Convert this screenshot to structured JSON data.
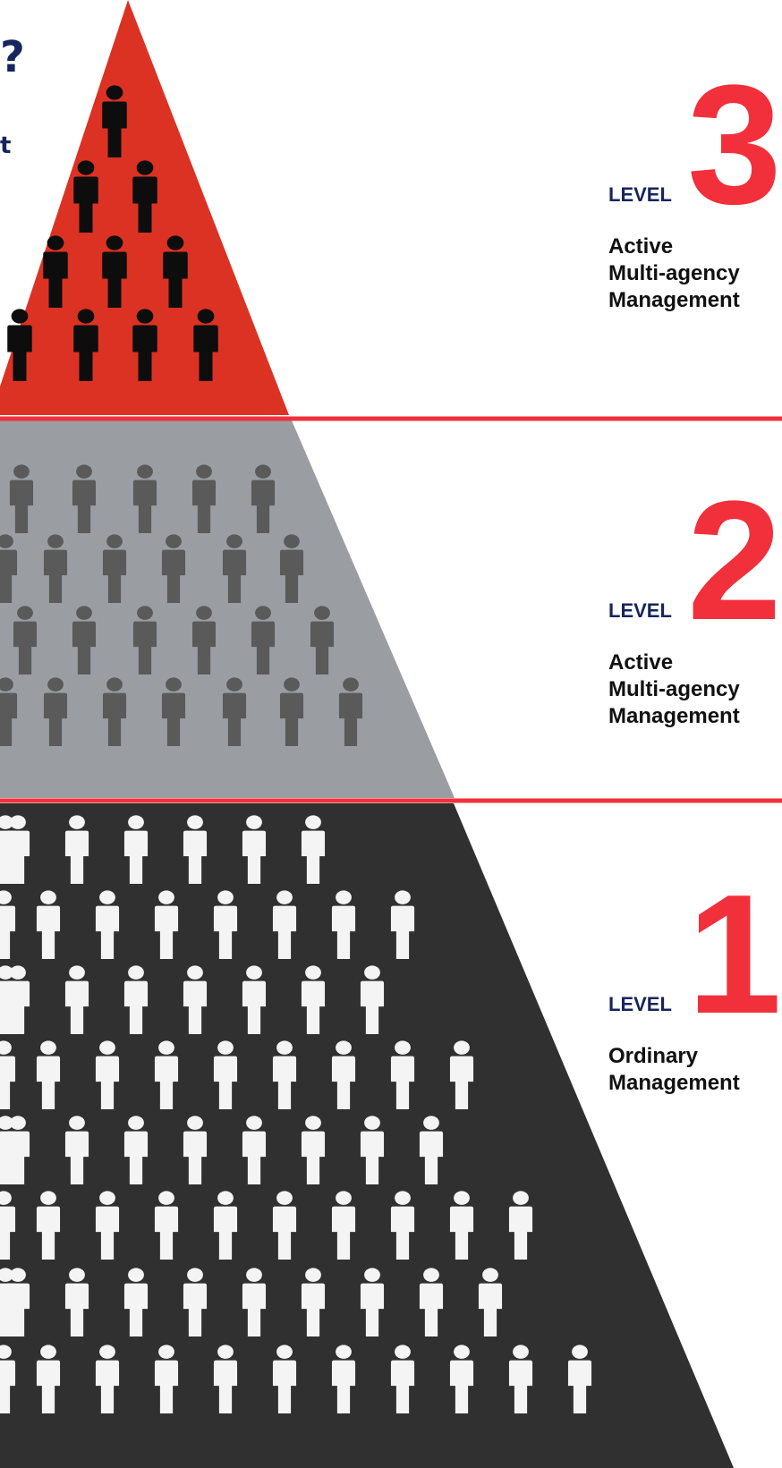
{
  "header": {
    "partial_title": "?",
    "partial_subtitle": "t"
  },
  "levels": [
    {
      "label": "LEVEL",
      "number": "3",
      "description": [
        "Active",
        "Multi-agency",
        "Management"
      ],
      "people_rows": 4,
      "tier_color": "#dc3223",
      "figure_color": "#0d0d0d"
    },
    {
      "label": "LEVEL",
      "number": "2",
      "description": [
        "Active",
        "Multi-agency",
        "Management"
      ],
      "people_rows": 4,
      "tier_color": "#9a9ea3",
      "figure_color": "#5a5a5a"
    },
    {
      "label": "LEVEL",
      "number": "1",
      "description": [
        "Ordinary",
        "Management"
      ],
      "people_rows": 8,
      "tier_color": "#303030",
      "figure_color": "#f4f4f4"
    }
  ],
  "colors": {
    "divider": "#f2303b",
    "label_navy": "#17255e",
    "number_red": "#f2303b"
  }
}
